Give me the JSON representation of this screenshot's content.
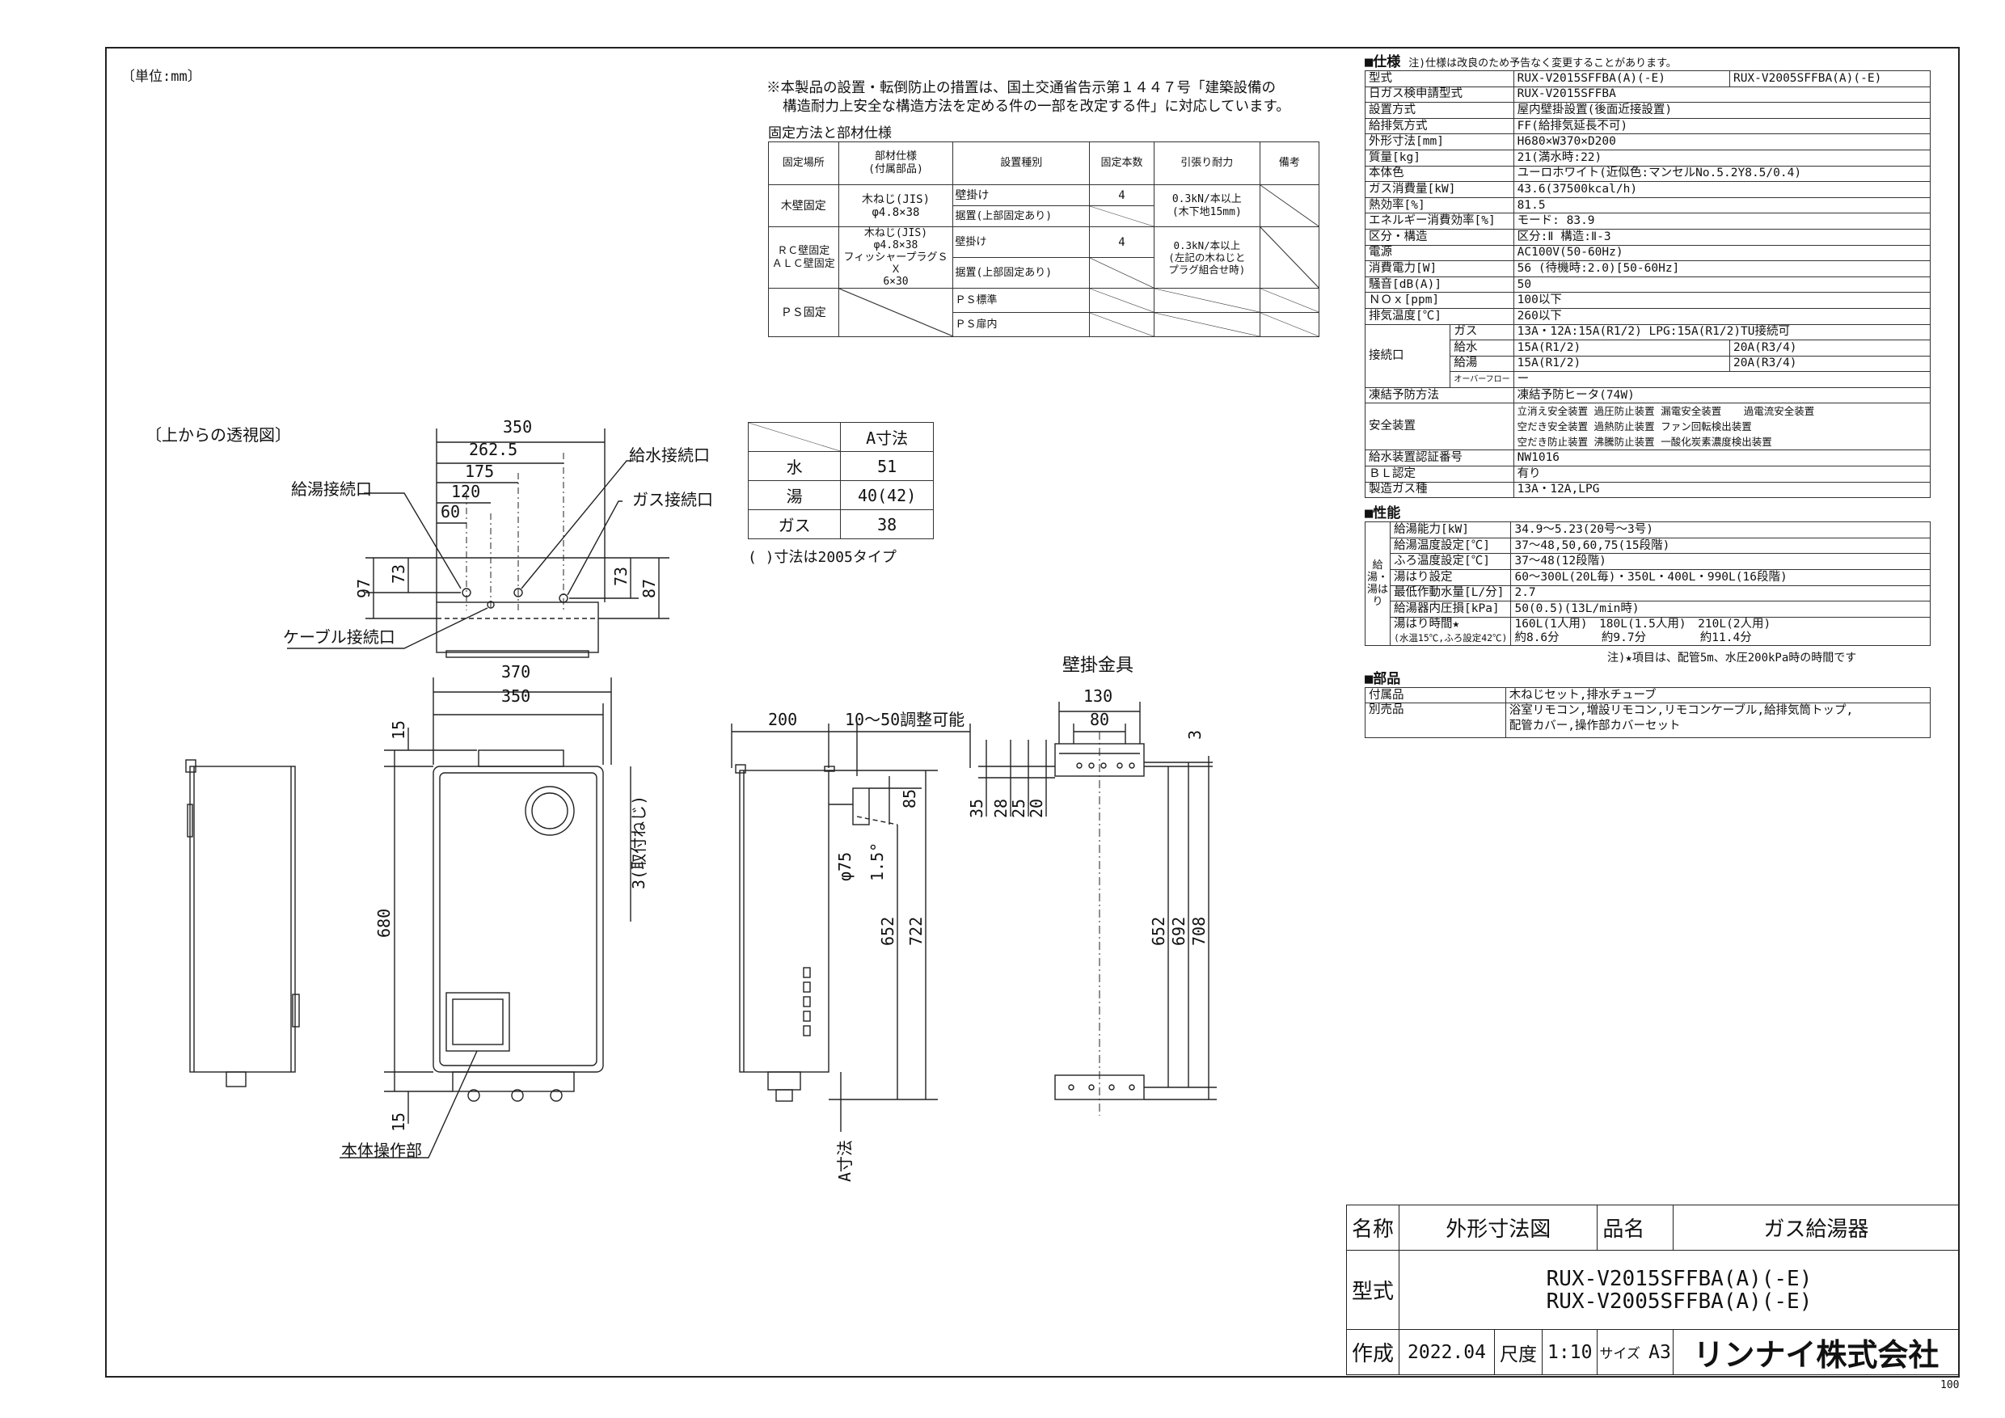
{
  "unit_note": "〔単位:mm〕",
  "top_note_line1": "※本製品の設置・転倒防止の措置は、国土交通省告示第１４４７号「建築設備の",
  "top_note_line2": "構造耐力上安全な構造方法を定める件の一部を改定する件」に対応しています。",
  "fixing": {
    "title": "固定方法と部材仕様",
    "headers": [
      "固定場所",
      "部材仕様\n(付属部品)",
      "設置種別",
      "固定本数",
      "引張り耐力",
      "備考"
    ],
    "wood_place": "木壁固定",
    "wood_material": "木ねじ(JIS)\nφ4.8×38",
    "wood_type1": "壁掛け",
    "wood_type2": "据置(上部固定あり)",
    "wood_count": "4",
    "wood_strength": "0.3kN/本以上\n(木下地15mm)",
    "rc_place": "ＲＣ壁固定\nＡＬＣ壁固定",
    "rc_material": "木ねじ(JIS)\nφ4.8×38\nフィッシャープラグＳＸ\n6×30",
    "rc_type1": "壁掛け",
    "rc_type2": "据置(上部固定あり)",
    "rc_count": "4",
    "rc_strength": "0.3kN/本以上\n(左記の木ねじと\nプラグ組合せ時)",
    "ps_place": "ＰＳ固定",
    "ps_type1": "ＰＳ標準",
    "ps_type2": "ＰＳ扉内"
  },
  "top_view": {
    "title": "〔上からの透視図〕",
    "labels": {
      "water": "給水接続口",
      "hot": "給湯接続口",
      "gas": "ガス接続口",
      "cable": "ケーブル接続口"
    },
    "dims": {
      "d350": "350",
      "d262": "262.5",
      "d175": "175",
      "d120": "120",
      "d60": "60",
      "d97": "97",
      "d73a": "73",
      "d73b": "73",
      "d87": "87"
    }
  },
  "a_table": {
    "header": "A寸法",
    "rows": [
      [
        "水",
        "51"
      ],
      [
        "湯",
        "40(42)"
      ],
      [
        "ガス",
        "38"
      ]
    ],
    "note": "( )寸法は2005タイプ"
  },
  "front_view": {
    "dims": {
      "w370": "370",
      "w350": "350",
      "h15a": "15",
      "h680": "680",
      "h15b": "15",
      "screw": "3(取付ねじ)"
    },
    "label_panel": "本体操作部"
  },
  "side_view": {
    "dims": {
      "d200": "200",
      "adjust": "10～50調整可能",
      "d85": "85",
      "phi75": "φ75",
      "angle": "1.5°",
      "d652": "652",
      "d722": "722",
      "a": "A寸法"
    }
  },
  "bracket": {
    "title": "壁掛金具",
    "dims": {
      "d130": "130",
      "d80": "80",
      "d3": "3",
      "d35": "35",
      "d28": "28",
      "d25": "25",
      "d20": "20",
      "d652": "652",
      "d692": "692",
      "d708": "708"
    }
  },
  "spec": {
    "title": "■仕様",
    "note": "注)仕様は改良のため予告なく変更することがあります。",
    "model_label": "型式",
    "model1": "RUX-V2015SFFBA(A)(-E)",
    "model2": "RUX-V2005SFFBA(A)(-E)",
    "rows": [
      [
        "日ガス検申請型式",
        "RUX-V2015SFFBA"
      ],
      [
        "設置方式",
        "屋内壁掛設置(後面近接設置)"
      ],
      [
        "給排気方式",
        "FF(給排気延長不可)"
      ],
      [
        "外形寸法[mm]",
        "H680×W370×D200"
      ],
      [
        "質量[kg]",
        "21(満水時:22)"
      ],
      [
        "本体色",
        "ユーロホワイト(近似色:マンセルNo.5.2Y8.5/0.4)"
      ],
      [
        "ガス消費量[kW]",
        "43.6(37500kcal/h)"
      ],
      [
        "熱効率[%]",
        "81.5"
      ],
      [
        "エネルギー消費効率[%]",
        "モード: 83.9"
      ],
      [
        "区分・構造",
        "区分:Ⅱ 構造:Ⅱ-3"
      ],
      [
        "電源",
        "AC100V(50-60Hz)"
      ],
      [
        "消費電力[W]",
        "56 (待機時:2.0)[50-60Hz]"
      ],
      [
        "騒音[dB(A)]",
        "50"
      ],
      [
        "ＮＯｘ[ppm]",
        "100以下"
      ],
      [
        "排気温度[℃]",
        "260以下"
      ]
    ],
    "conn_label": "接続口",
    "conn": [
      {
        "name": "ガス",
        "v1": "13A・12A:15A(R1/2) LPG:15A(R1/2)TU接続可",
        "v2": ""
      },
      {
        "name": "給水",
        "v1": "15A(R1/2)",
        "v2": "20A(R3/4)"
      },
      {
        "name": "給湯",
        "v1": "15A(R1/2)",
        "v2": "20A(R3/4)"
      },
      {
        "name": "オーバーフロー",
        "v1": "ー",
        "v2": ""
      }
    ],
    "freeze_label": "凍結予防方法",
    "freeze": "凍結予防ヒータ(74W)",
    "safety_label": "安全装置",
    "safety": [
      "立消え安全装置 過圧防止装置 漏電安全装置 　 過電流安全装置",
      "空だき安全装置 過熱防止装置 ファン回転検出装置",
      "空だき防止装置 沸騰防止装置 一酸化炭素濃度検出装置"
    ],
    "rows2": [
      [
        "給水装置認証番号",
        "NW1016"
      ],
      [
        "ＢＬ認定",
        "有り"
      ],
      [
        "製造ガス種",
        "13A・12A,LPG"
      ]
    ]
  },
  "perf": {
    "title": "■性能",
    "group_label": "給湯・湯はり",
    "rows": [
      [
        "給湯能力[kW]",
        "34.9～5.23(20号～3号)"
      ],
      [
        "給湯温度設定[℃]",
        "37～48,50,60,75(15段階)"
      ],
      [
        "ふろ温度設定[℃]",
        "37～48(12段階)"
      ],
      [
        "湯はり設定",
        "60～300L(20L毎)・350L・400L・990L(16段階)"
      ],
      [
        "最低作動水量[L/分]",
        "2.7"
      ],
      [
        "給湯器内圧損[kPa]",
        "50(0.5)(13L/min時)"
      ]
    ],
    "fill_label": "湯はり時間★",
    "fill_sub": "(水温15℃,ふろ設定42℃)",
    "fill_top": "160L(1人用)　180L(1.5人用)　210L(2人用)",
    "fill_bottom": "約8.6分　　　 約9.7分　　　　 約11.4分",
    "note": "注)★項目は、配管5m、水圧200kPa時の時間です"
  },
  "parts": {
    "title": "■部品",
    "acc_label": "付属品",
    "acc": "木ねじセット,排水チューブ",
    "sep_label": "別売品",
    "sep1": "浴室リモコン,増設リモコン,リモコンケーブル,給排気筒トップ,",
    "sep2": "配管カバー,操作部カバーセット"
  },
  "titleblock": {
    "name_label": "名称",
    "name": "外形寸法図",
    "product_label": "品名",
    "product": "ガス給湯器",
    "model_label": "型式",
    "model1": "RUX-V2015SFFBA(A)(-E)",
    "model2": "RUX-V2005SFFBA(A)(-E)",
    "made_label": "作成",
    "date": "2022.04",
    "scale_label": "尺度",
    "scale": "1:10",
    "size_label": "サイズ",
    "size": "A3",
    "company": "リンナイ株式会社"
  },
  "page_no": "100"
}
